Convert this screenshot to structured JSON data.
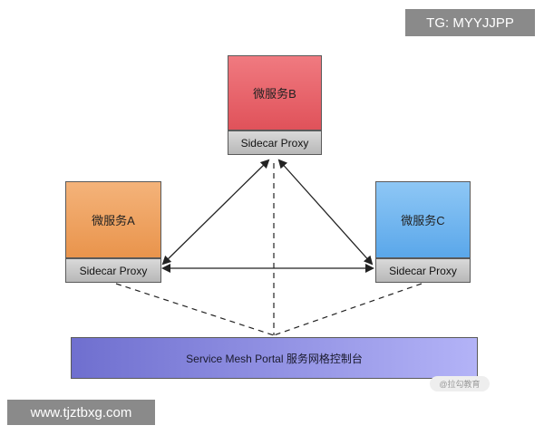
{
  "diagram": {
    "service_b": {
      "label": "微服务B",
      "sidecar": "Sidecar Proxy",
      "color": "#e0525a"
    },
    "service_a": {
      "label": "微服务A",
      "sidecar": "Sidecar Proxy",
      "color": "#e9944c"
    },
    "service_c": {
      "label": "微服务C",
      "sidecar": "Sidecar Proxy",
      "color": "#5aa7ea"
    },
    "portal": {
      "label": "Service Mesh Portal 服务网格控制台",
      "color": "#8c8ce0"
    },
    "edges": [
      {
        "from": "service_a",
        "to": "service_b",
        "style": "solid-bidirectional"
      },
      {
        "from": "service_b",
        "to": "service_c",
        "style": "solid-bidirectional"
      },
      {
        "from": "service_a",
        "to": "service_c",
        "style": "solid-bidirectional"
      },
      {
        "from": "portal",
        "to": "service_a",
        "style": "dashed"
      },
      {
        "from": "portal",
        "to": "service_b",
        "style": "dashed"
      },
      {
        "from": "portal",
        "to": "service_c",
        "style": "dashed"
      }
    ]
  },
  "watermarks": {
    "top_right": "TG: MYYJJPP",
    "bottom_left": "www.tjztbxg.com",
    "brand": "@拉勾教育"
  }
}
